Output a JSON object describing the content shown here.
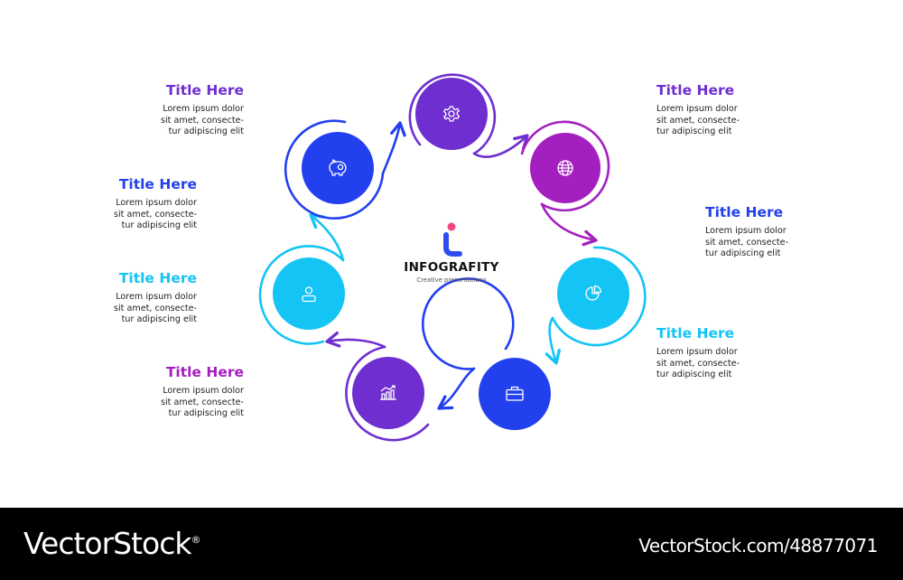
{
  "colors": {
    "violet": "#6f2fd0",
    "purple": "#a41fbf",
    "blue": "#2340ee",
    "cyan": "#14c4f5",
    "logo_pink": "#f0467f"
  },
  "steps": [
    {
      "title": "Title Here",
      "desc": "Lorem ipsum dolor sit amet, consecte- tur adipiscing elit",
      "icon": "gear-icon",
      "color": "#6f2fd0"
    },
    {
      "title": "Title Here",
      "desc": "Lorem ipsum dolor sit amet, consecte- tur adipiscing elit",
      "icon": "globe-icon",
      "color": "#a41fbf"
    },
    {
      "title": "Title Here",
      "desc": "Lorem ipsum dolor sit amet, consecte- tur adipiscing elit",
      "icon": "pie-chart-icon",
      "color": "#14c4f5"
    },
    {
      "title": "Title Here",
      "desc": "Lorem ipsum dolor sit amet, consecte- tur adipiscing elit",
      "icon": "briefcase-icon",
      "color": "#2340ee"
    },
    {
      "title": "Title Here",
      "desc": "Lorem ipsum dolor sit amet, consecte- tur adipiscing elit",
      "icon": "bar-chart-icon",
      "color": "#6f2fd0"
    },
    {
      "title": "Title Here",
      "desc": "Lorem ipsum dolor sit amet, consecte- tur adipiscing elit",
      "icon": "user-icon",
      "color": "#14c4f5"
    },
    {
      "title": "Title Here",
      "desc": "Lorem ipsum dolor sit amet, consecte- tur adipiscing elit",
      "icon": "piggy-bank-icon",
      "color": "#2340ee"
    }
  ],
  "labels": {
    "top_right": {
      "title": "Title Here",
      "line1": "Lorem ipsum dolor",
      "line2": "sit amet, consecte-",
      "line3": "tur adipiscing elit"
    },
    "right_upper": {
      "title": "Title Here",
      "line1": "Lorem ipsum dolor",
      "line2": "sit amet, consecte-",
      "line3": "tur adipiscing elit"
    },
    "right_lower": {
      "title": "Title Here",
      "line1": "Lorem ipsum dolor",
      "line2": "sit amet, consecte-",
      "line3": "tur adipiscing elit"
    },
    "top_left": {
      "title": "Title Here",
      "line1": "Lorem ipsum dolor",
      "line2": "sit amet, consecte-",
      "line3": "tur adipiscing elit"
    },
    "left_upper": {
      "title": "Title Here",
      "line1": "Lorem ipsum dolor",
      "line2": "sit amet, consecte-",
      "line3": "tur adipiscing elit"
    },
    "left_middle": {
      "title": "Title Here",
      "line1": "Lorem ipsum dolor",
      "line2": "sit amet, consecte-",
      "line3": "tur adipiscing elit"
    },
    "left_lower": {
      "title": "Title Here",
      "line1": "Lorem ipsum dolor",
      "line2": "sit amet, consecte-",
      "line3": "tur adipiscing elit"
    }
  },
  "logo": {
    "name": "INFOGRAFITY",
    "tagline": "Creative presentations"
  },
  "footer": {
    "left": "VectorStock",
    "left_mark": "®",
    "right": "VectorStock.com/48877071"
  }
}
